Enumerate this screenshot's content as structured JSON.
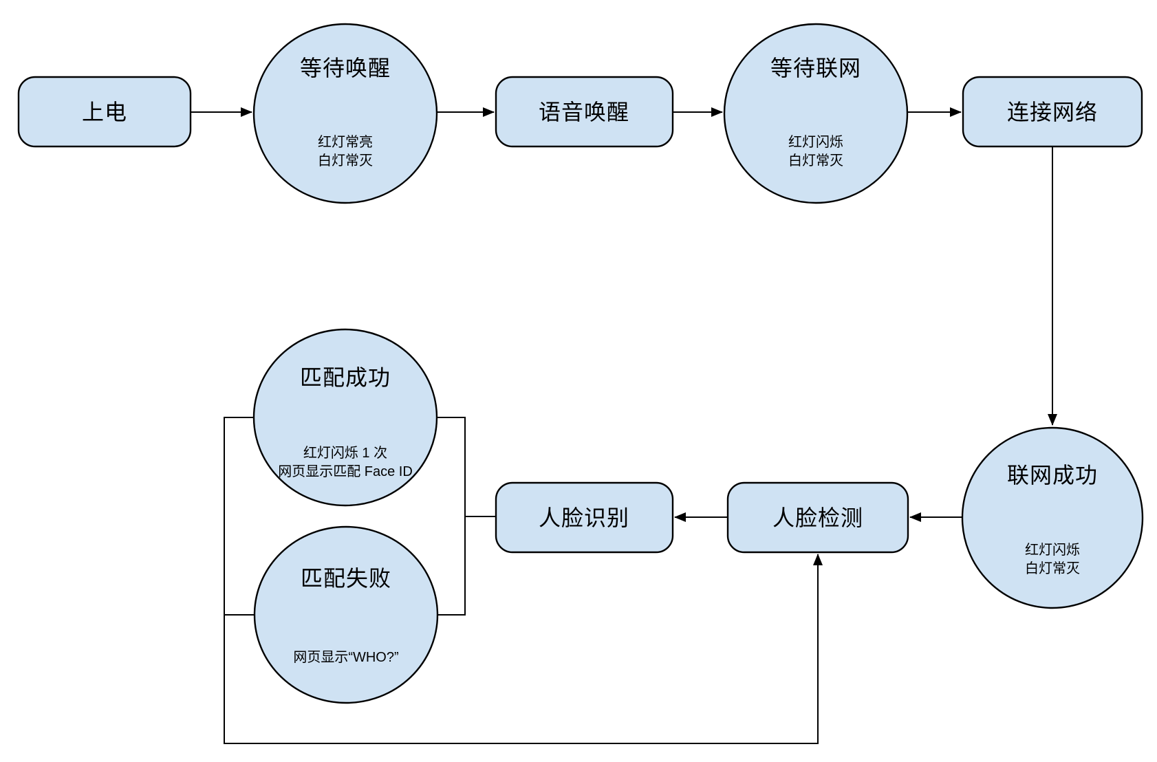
{
  "diagram": {
    "colors": {
      "node_fill": "#cfe2f3",
      "node_stroke": "#000000",
      "line": "#000000",
      "background": "#ffffff"
    },
    "nodes": {
      "power_on": {
        "label": "上电"
      },
      "wait_wake": {
        "title": "等待唤醒",
        "sub1": "红灯常亮",
        "sub2": "白灯常灭"
      },
      "voice_wake": {
        "label": "语音唤醒"
      },
      "wait_network": {
        "title": "等待联网",
        "sub1": "红灯闪烁",
        "sub2": "白灯常灭"
      },
      "connect_network": {
        "label": "连接网络"
      },
      "network_success": {
        "title": "联网成功",
        "sub1": "红灯闪烁",
        "sub2": "白灯常灭"
      },
      "face_detect": {
        "label": "人脸检测"
      },
      "face_recognize": {
        "label": "人脸识别"
      },
      "match_success": {
        "title": "匹配成功",
        "sub1": "红灯闪烁 1 次",
        "sub2": "网页显示匹配 Face ID"
      },
      "match_fail": {
        "title": "匹配失败",
        "sub1": "网页显示“WHO?”"
      }
    }
  }
}
